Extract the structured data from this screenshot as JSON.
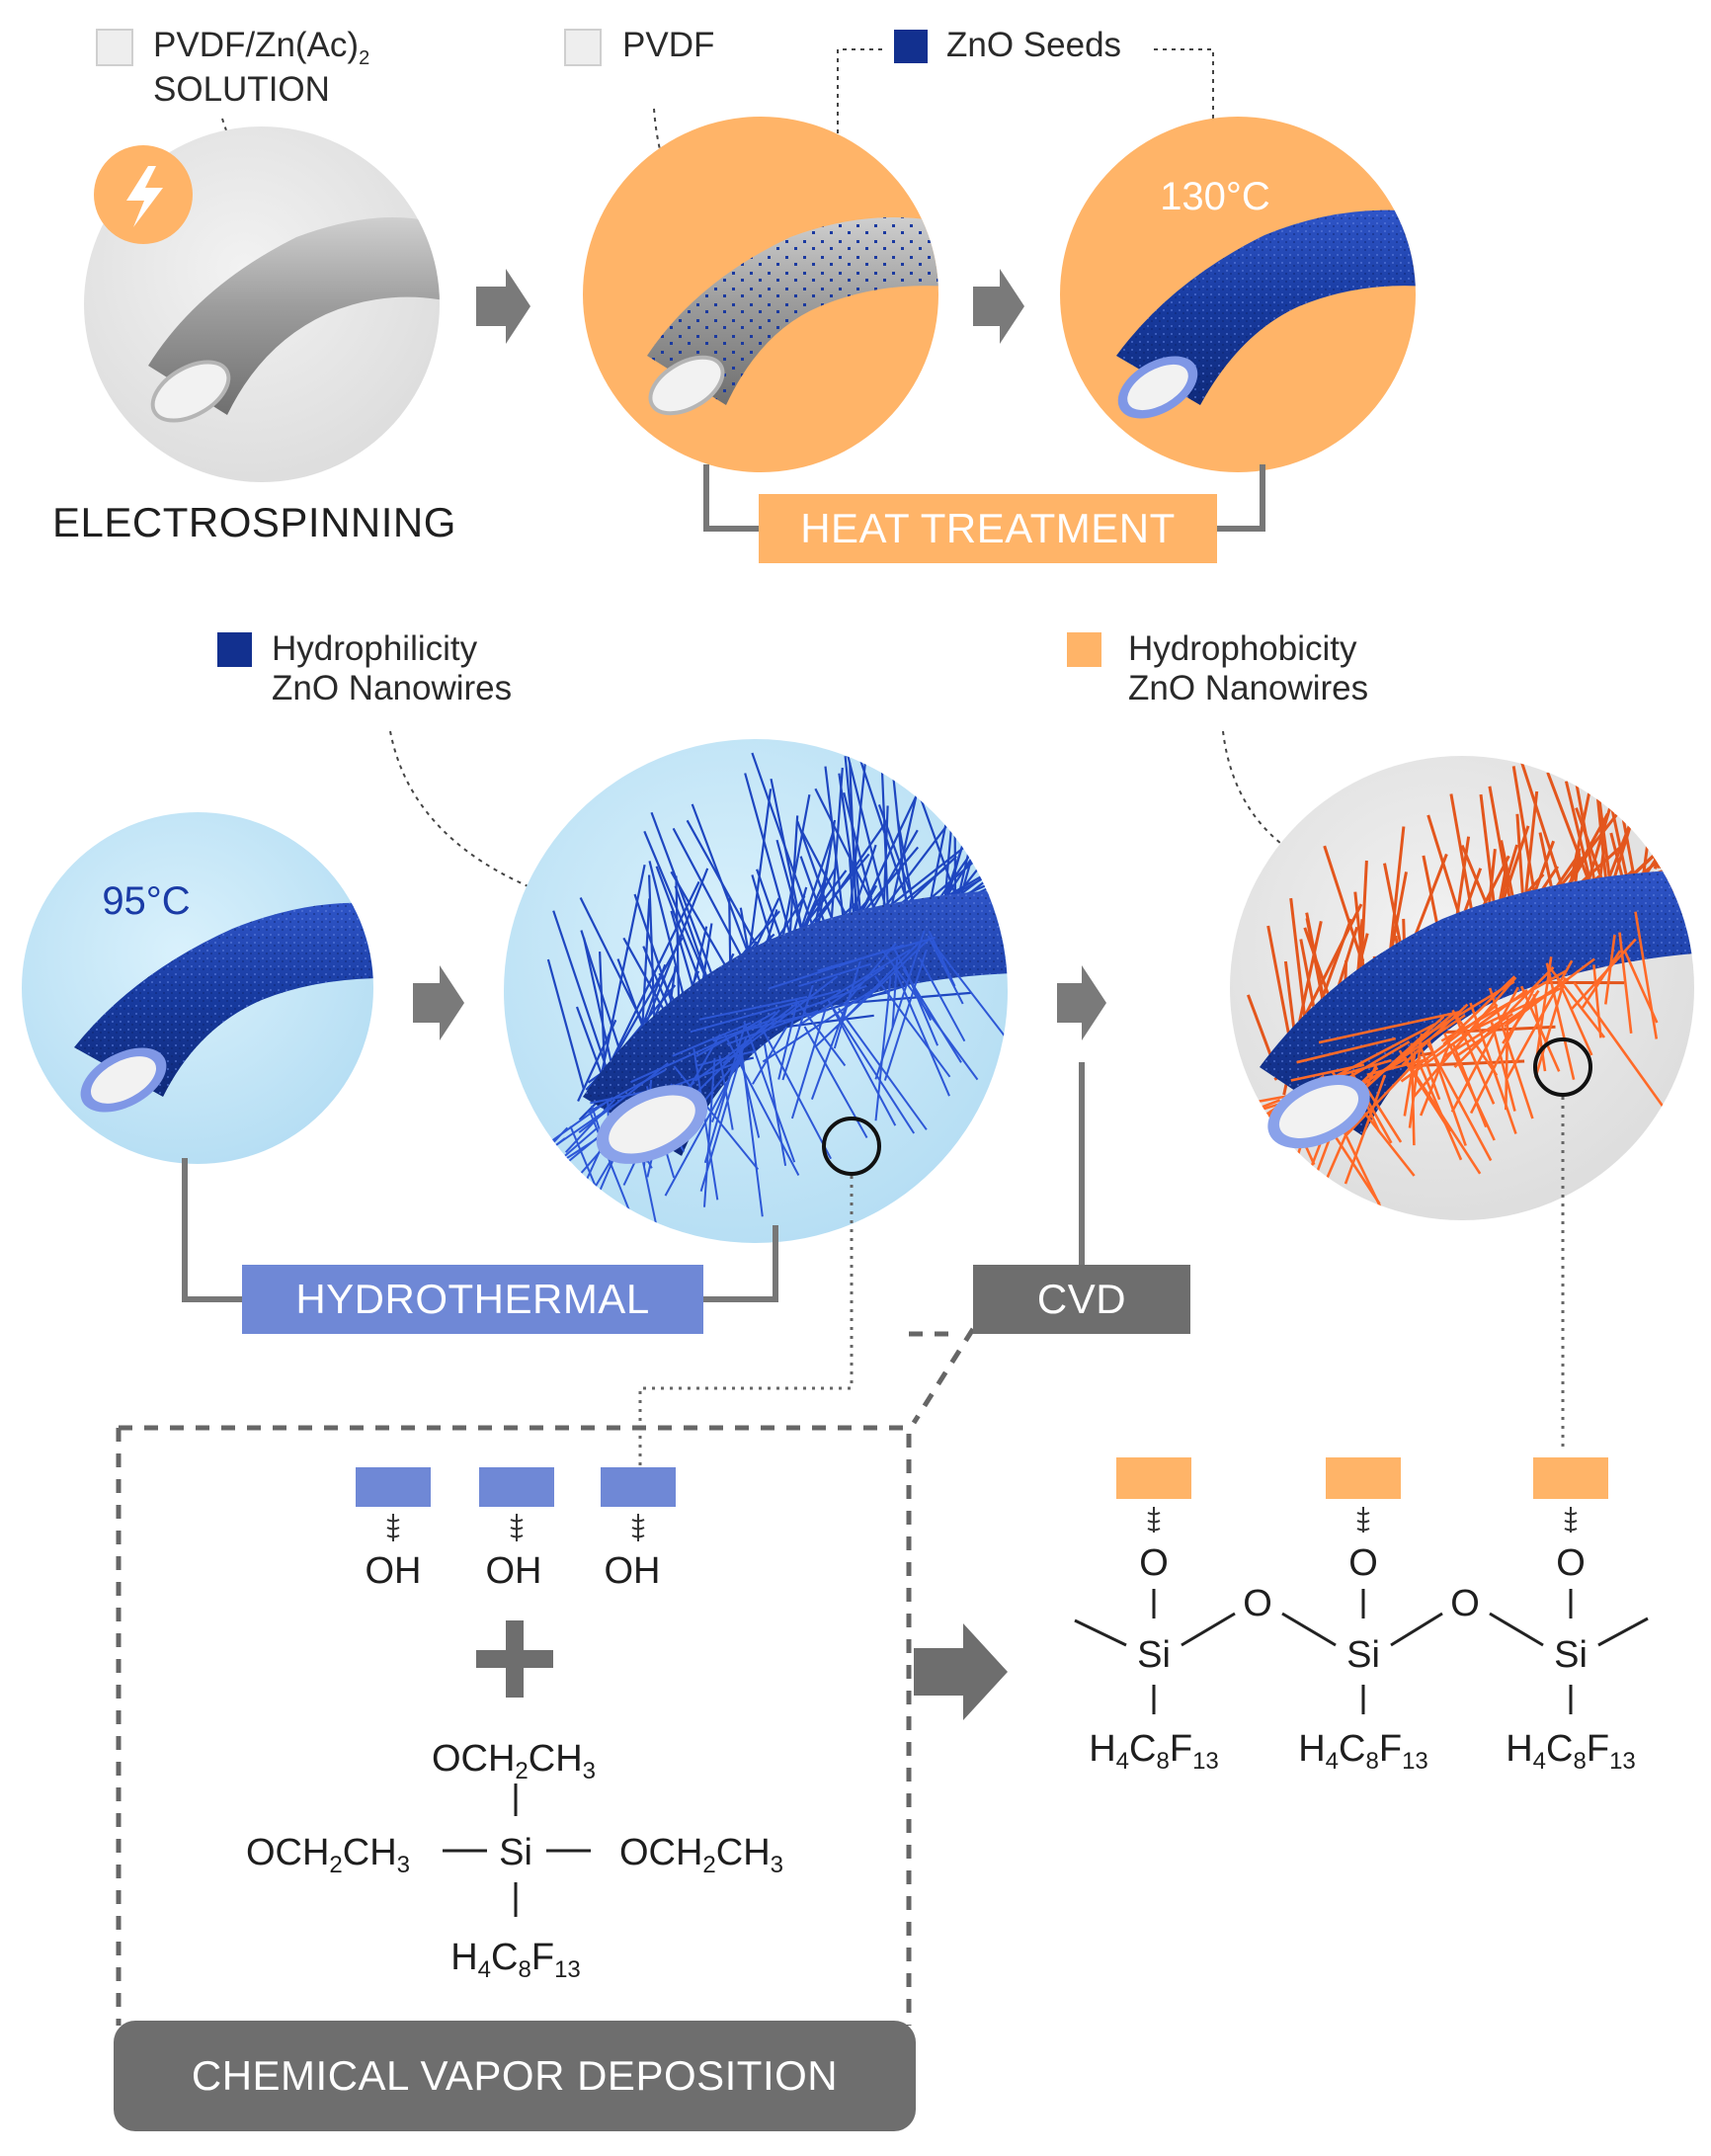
{
  "legend_top": {
    "solution_label_line1": "PVDF/Zn(Ac)",
    "solution_label_sub": "2",
    "solution_label_line2": "SOLUTION",
    "pvdf_label": "PVDF",
    "seeds_label": "ZnO Seeds"
  },
  "steps": {
    "electrospinning": "ELECTROSPINNING",
    "heat_treatment": "HEAT TREATMENT",
    "temp_heat": "130°C",
    "temp_hydro": "95°C",
    "hydrothermal": "HYDROTHERMAL",
    "cvd": "CVD",
    "chemical_vapor_deposition": "CHEMICAL VAPOR DEPOSITION"
  },
  "legend_mid": {
    "hydrophilic_line1": "Hydrophilicity",
    "hydrophilic_line2": "ZnO Nanowires",
    "hydrophobic_line1": "Hydrophobicity",
    "hydrophobic_line2": "ZnO Nanowires"
  },
  "chemistry": {
    "oh": "OH",
    "silane_top": "OCH2CH3",
    "silane_left": "OCH2CH3",
    "silane_right": "OCH2CH3",
    "si": "Si",
    "fluoro": "H4C8F13",
    "oxygen": "O"
  },
  "colors": {
    "orange": "#ffb468",
    "light_blue": "#c8e8f8",
    "deep_blue": "#1a3ba6",
    "gray_circle": "#e6e6e6",
    "fiber_gray": "#a8a8a8",
    "hydro_box": "#6f88d6",
    "dark_box": "#6e6e6e",
    "nanowire_orange": "#e85a20",
    "seed_blue": "#12308f"
  },
  "icons": [
    "lightning-icon",
    "arrow-right-icon",
    "plus-icon",
    "magnifier-circle-icon"
  ]
}
